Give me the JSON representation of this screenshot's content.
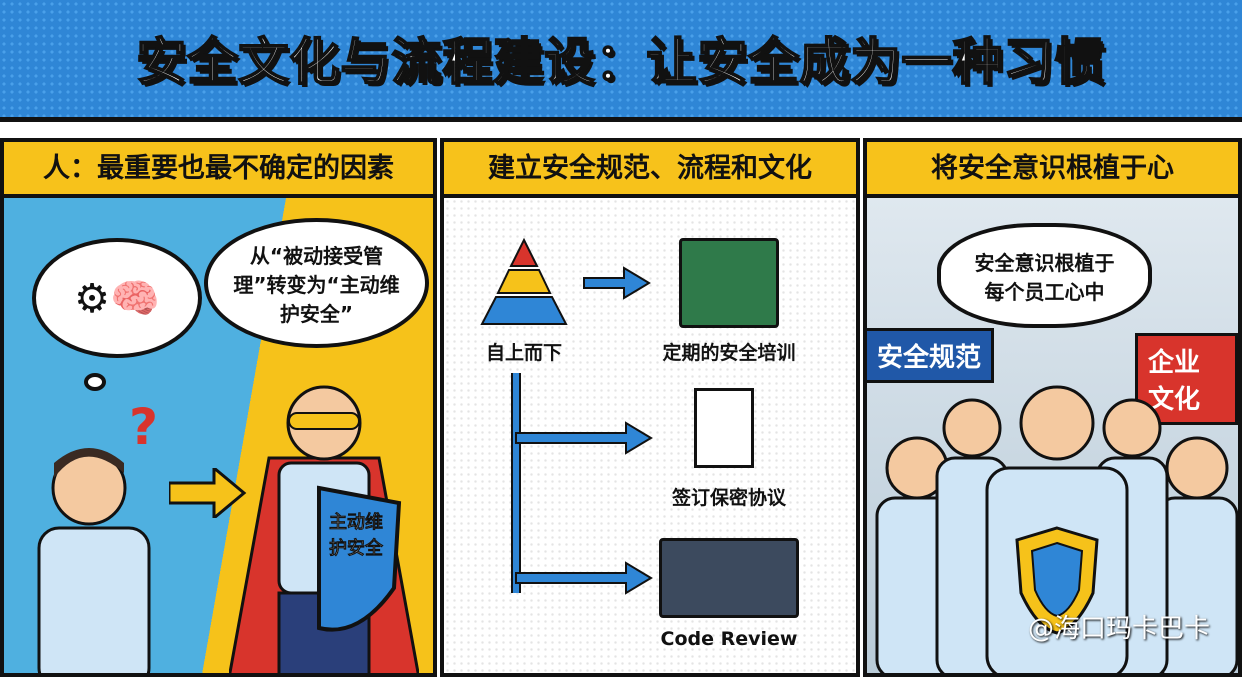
{
  "title": "安全文化与流程建设：让安全成为一种习惯",
  "panels": [
    {
      "header": "人：最重要也最不确定的因素",
      "speech": "从“被动接受管理”转变为“主动维护安全”",
      "shield": "主动维护安全",
      "question_mark": "?"
    },
    {
      "header": "建立安全规范、流程和文化",
      "top_down": "自上而下",
      "steps": [
        "定期的安全培训",
        "签订保密协议",
        "Code Review"
      ]
    },
    {
      "header": "将安全意识根植于心",
      "thought": "安全意识根植于每个员工心中",
      "sign_left": "安全规范",
      "sign_right": "企业文化"
    }
  ],
  "watermark": "@海口玛卡巴卡",
  "colors": {
    "blue": "#2f86d6",
    "yellow": "#f7c21b",
    "red": "#d8342c",
    "dark": "#111111"
  }
}
